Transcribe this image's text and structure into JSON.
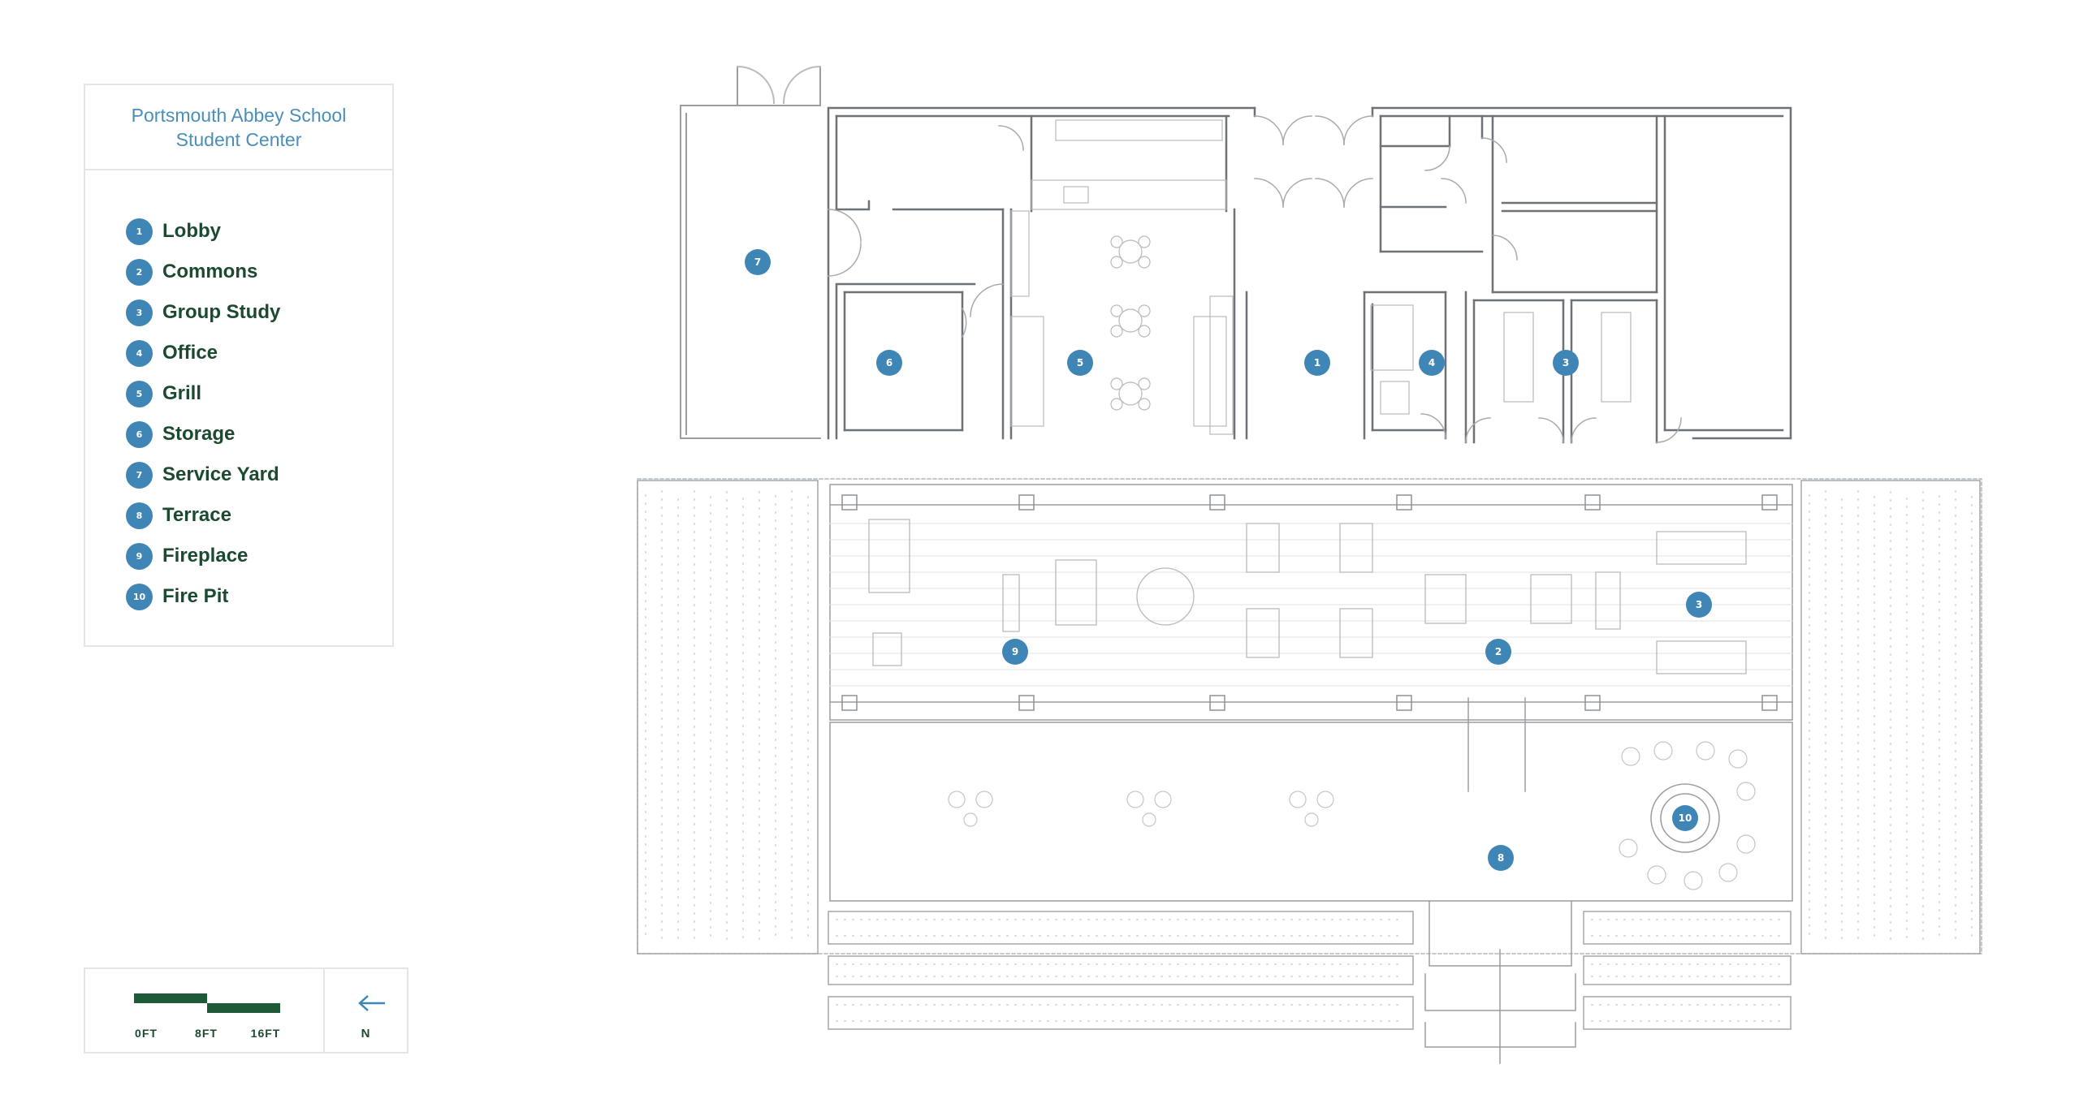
{
  "title": {
    "line1": "Portsmouth Abbey School",
    "line2": "Student Center"
  },
  "legend": [
    {
      "num": "1",
      "label": "Lobby"
    },
    {
      "num": "2",
      "label": "Commons"
    },
    {
      "num": "3",
      "label": "Group Study"
    },
    {
      "num": "4",
      "label": "Office"
    },
    {
      "num": "5",
      "label": "Grill"
    },
    {
      "num": "6",
      "label": "Storage"
    },
    {
      "num": "7",
      "label": "Service Yard"
    },
    {
      "num": "8",
      "label": "Terrace"
    },
    {
      "num": "9",
      "label": "Fireplace"
    },
    {
      "num": "10",
      "label": "Fire Pit"
    }
  ],
  "plan_markers": [
    "1",
    "2",
    "3",
    "4",
    "5",
    "6",
    "7",
    "8",
    "9",
    "10",
    "3"
  ],
  "scale": {
    "labels": [
      "0FT",
      "8FT",
      "16FT"
    ]
  },
  "north": {
    "label": "N",
    "icon": "arrow-left-icon"
  },
  "colors": {
    "marker": "#3f86b6",
    "title_text": "#4a8fb8",
    "label_text": "#1c4a30",
    "scale_bar": "#1e5a37",
    "wall_line": "#7b7f83",
    "light_line": "#c4c8cb"
  }
}
